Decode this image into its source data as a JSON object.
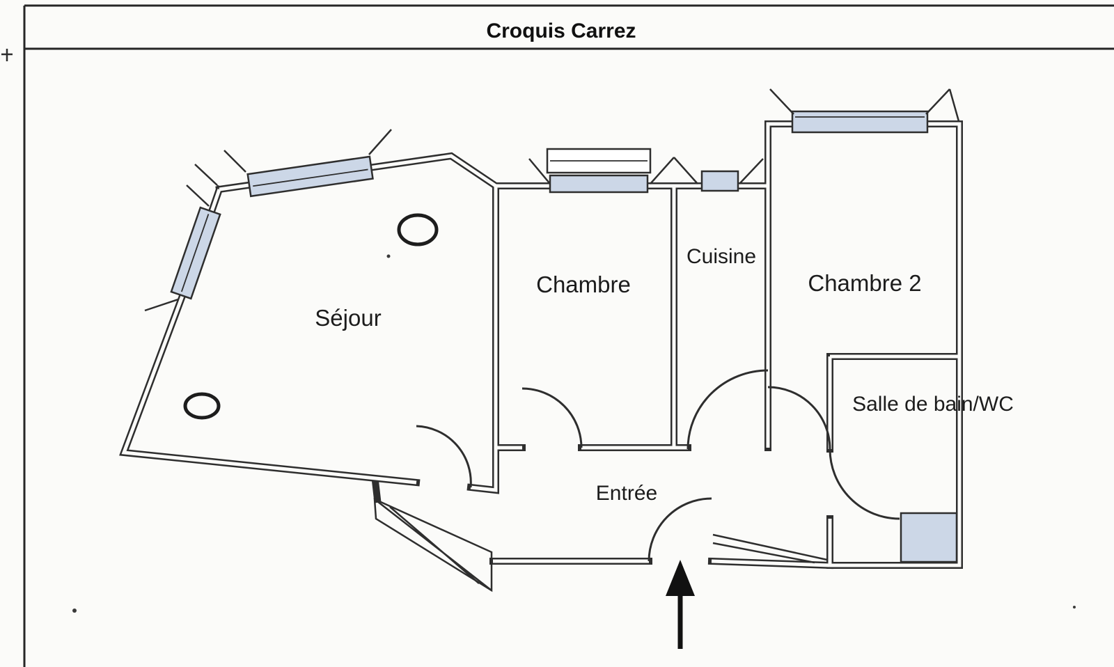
{
  "header": {
    "title": "Croquis Carrez"
  },
  "floorplan": {
    "rooms": [
      {
        "name": "sejour",
        "label": "Séjour"
      },
      {
        "name": "chambre",
        "label": "Chambre"
      },
      {
        "name": "cuisine",
        "label": "Cuisine"
      },
      {
        "name": "chambre-2",
        "label": "Chambre 2"
      },
      {
        "name": "salle-de-bain-wc",
        "label": "Salle de bain/WC"
      },
      {
        "name": "entree",
        "label": "Entrée"
      }
    ],
    "symbols": {
      "entrance_arrow": "up-arrow-icon",
      "window": "window-symbol",
      "door": "door-arc-symbol",
      "column": "column-ellipse-symbol"
    },
    "colors": {
      "ink": "#2e2e2e",
      "window_fill": "#ccd7e7",
      "paper": "#fbfbf9"
    }
  }
}
